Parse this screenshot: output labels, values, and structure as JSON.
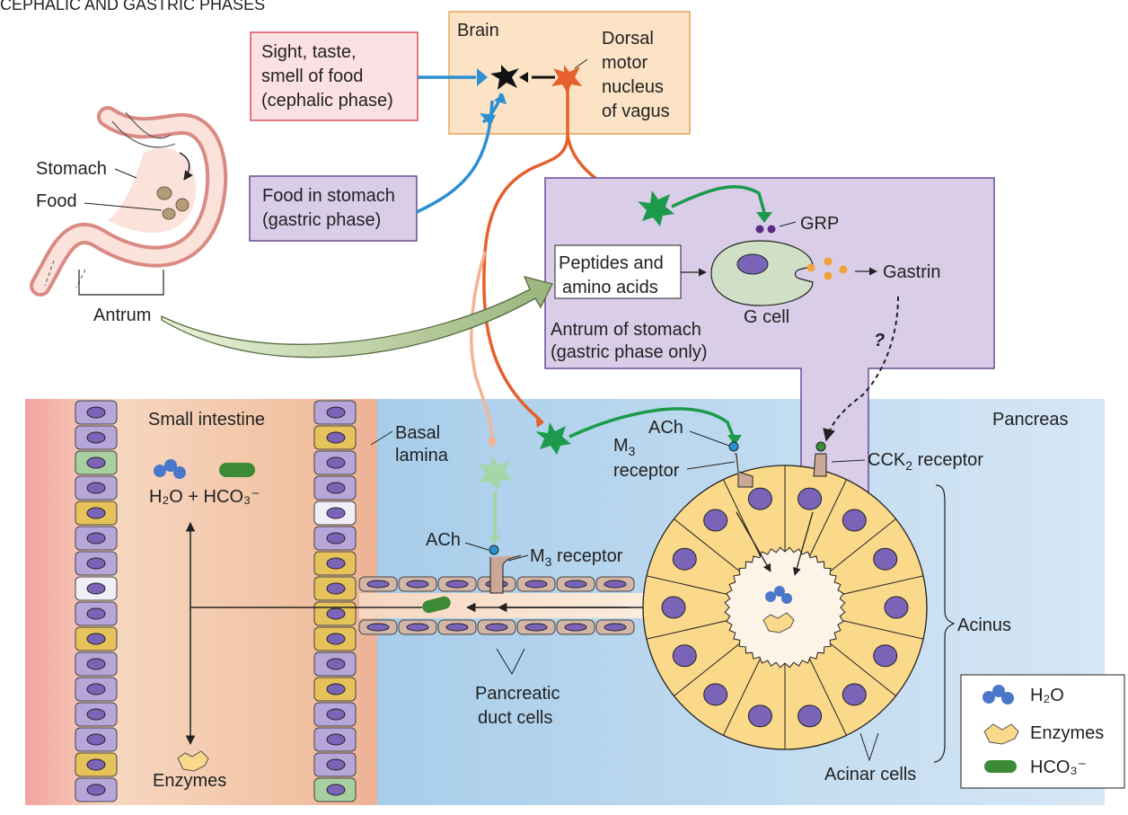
{
  "title": "CEPHALIC AND GASTRIC PHASES",
  "boxes": {
    "brain": "Brain",
    "dmnv": [
      "Dorsal",
      "motor",
      "nucleus",
      "of vagus"
    ],
    "cephalic": [
      "Sight, taste,",
      "smell of food",
      "(cephalic phase)"
    ],
    "gastric": [
      "Food in stomach",
      "(gastric phase)"
    ],
    "peptides": [
      "Peptides and",
      "amino acids"
    ],
    "antrum_box": [
      "Antrum of stomach",
      "(gastric phase only)"
    ]
  },
  "labels": {
    "stomach": "Stomach",
    "food": "Food",
    "antrum": "Antrum",
    "grp": "GRP",
    "g_cell": "G cell",
    "gastrin": "Gastrin",
    "question": "?",
    "small_intestine": "Small intestine",
    "basal_lamina": [
      "Basal",
      "lamina"
    ],
    "pancreas": "Pancreas",
    "ach": "ACh",
    "m3": "M",
    "m3_sub": "3",
    "receptor": "receptor",
    "m3_receptor_lower": "M",
    "m3_receptor_lower_rest": " receptor",
    "cck2": "CCK",
    "cck2_sub": "2",
    "cck2_rest": " receptor",
    "acinus": "Acinus",
    "acinar_cells": "Acinar cells",
    "duct_cells": [
      "Pancreatic",
      "duct cells"
    ],
    "enzymes_bottom": "Enzymes",
    "h2o_plus_hco3": "H₂O + HCO₃⁻"
  },
  "legend": {
    "items": [
      "H₂O",
      "Enzymes",
      "HCO₃⁻"
    ]
  },
  "colors": {
    "cephalic_fill": "#fbe0e4",
    "cephalic_border": "#d9515f",
    "gastric_fill": "#d9cde8",
    "gastric_border": "#6a4c96",
    "brain_fill": "#fde3c6",
    "brain_border": "#e7a55a",
    "vagus_orange": "#e5602b",
    "neuron_green": "#1a9a4a",
    "sensory_blue": "#2b8fd0",
    "pancreas_bg": "#cfe3f3",
    "intestine_bg": "#f4c4a4",
    "acinar_fill": "#fbd98b",
    "nucleus_purple": "#7b63b8"
  }
}
